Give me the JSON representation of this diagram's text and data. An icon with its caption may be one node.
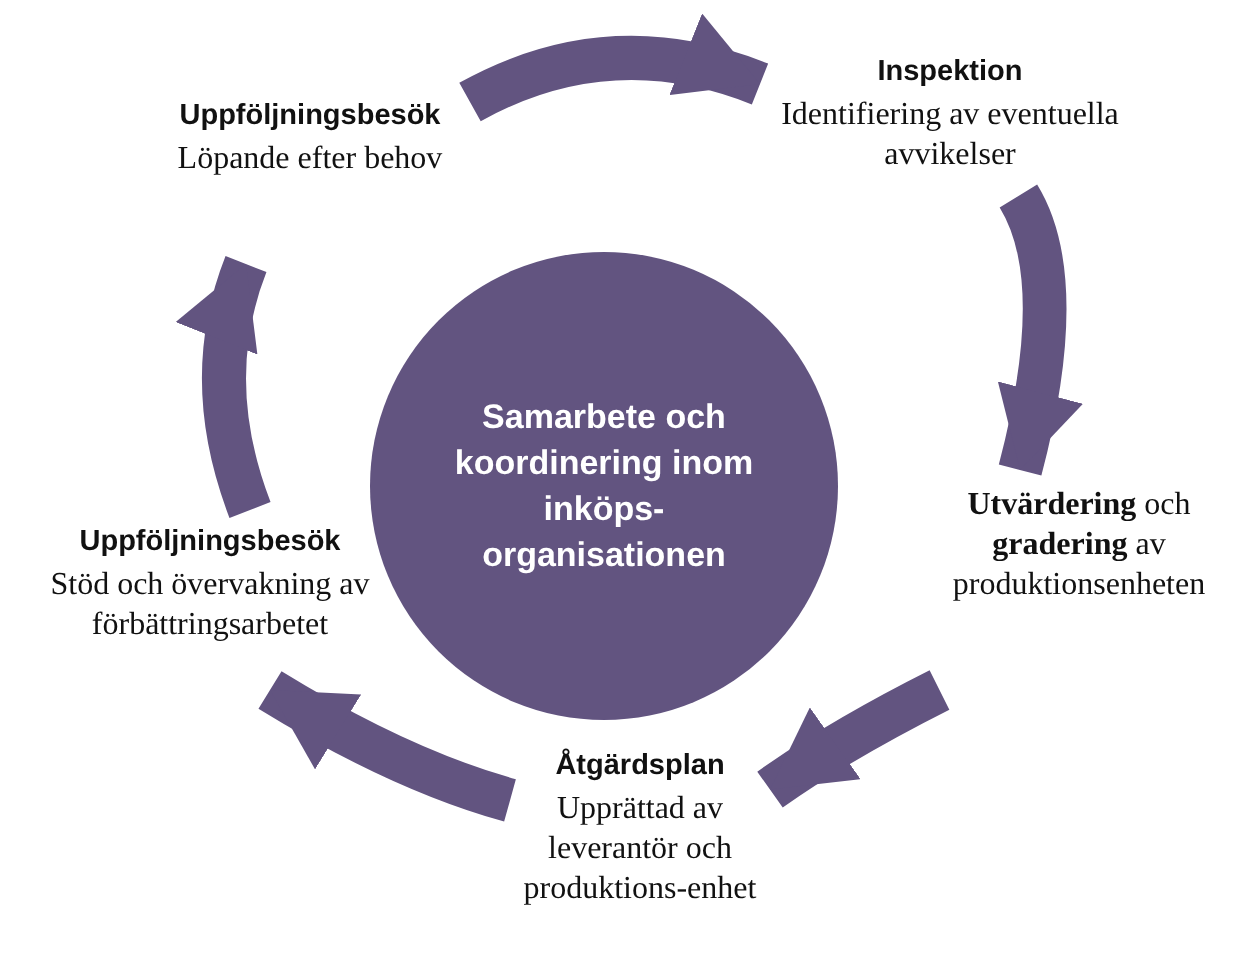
{
  "diagram": {
    "nodes": [
      {
        "text": [
          "Samarbete och koordinering inom inköps-organisationen"
        ]
      },
      {
        "text": [
          "Inspektion",
          "Identifiering av eventuella avvikelser"
        ]
      },
      {
        "text": [
          "**Utvärdering** och **gradering** av produktionsenheten"
        ]
      },
      {
        "text": [
          "Åtgärdsplan",
          "Upprättad av leverantör och produktions-enhet"
        ]
      },
      {
        "text": [
          "Uppföljningsbesök",
          "Stöd och övervakning av förbättringsarbetet"
        ]
      },
      {
        "text": [
          "Uppföljningsbesök",
          "Löpande efter behov"
        ]
      }
    ],
    "edges": [
      {
        "from": 5,
        "to": 1,
        "arrow": "to"
      },
      {
        "from": 1,
        "to": 2,
        "arrow": "to"
      },
      {
        "from": 2,
        "to": 3,
        "arrow": "to"
      },
      {
        "from": 3,
        "to": 4,
        "arrow": "to"
      },
      {
        "from": 4,
        "to": 5,
        "arrow": "to"
      }
    ]
  }
}
